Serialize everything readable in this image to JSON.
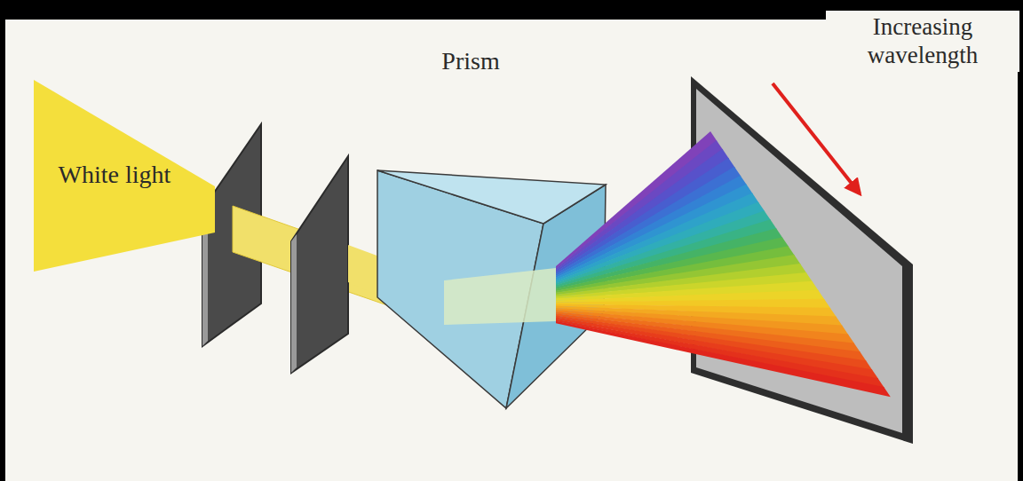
{
  "diagram": {
    "nodes": [
      {
        "text": [
          "White light"
        ]
      }
    ],
    "labels": [
      "Prism",
      "Increasing wavelength"
    ]
  }
}
